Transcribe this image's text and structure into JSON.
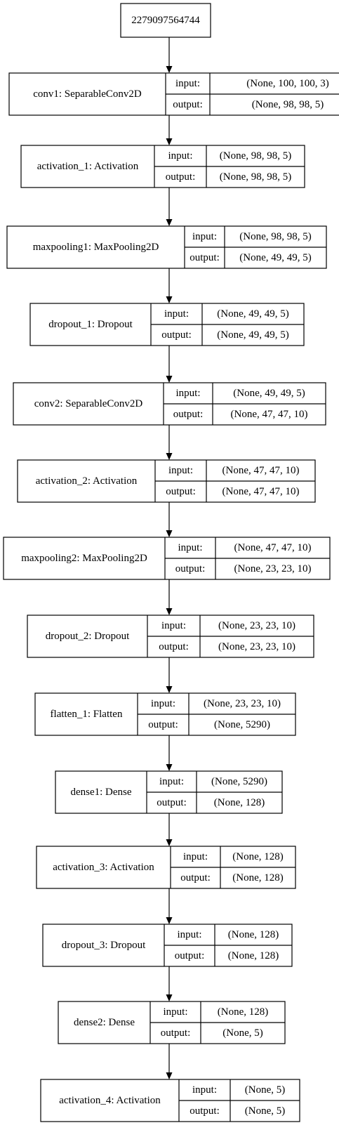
{
  "root": {
    "label": "2279097564744"
  },
  "io_labels": {
    "input": "input:",
    "output": "output:"
  },
  "layers": [
    {
      "name": "conv1: SeparableConv2D",
      "input": "(None, 100, 100, 3)",
      "output": "(None, 98, 98, 5)"
    },
    {
      "name": "activation_1: Activation",
      "input": "(None, 98, 98, 5)",
      "output": "(None, 98, 98, 5)"
    },
    {
      "name": "maxpooling1: MaxPooling2D",
      "input": "(None, 98, 98, 5)",
      "output": "(None, 49, 49, 5)"
    },
    {
      "name": "dropout_1: Dropout",
      "input": "(None, 49, 49, 5)",
      "output": "(None, 49, 49, 5)"
    },
    {
      "name": "conv2: SeparableConv2D",
      "input": "(None, 49, 49, 5)",
      "output": "(None, 47, 47, 10)"
    },
    {
      "name": "activation_2: Activation",
      "input": "(None, 47, 47, 10)",
      "output": "(None, 47, 47, 10)"
    },
    {
      "name": "maxpooling2: MaxPooling2D",
      "input": "(None, 47, 47, 10)",
      "output": "(None, 23, 23, 10)"
    },
    {
      "name": "dropout_2: Dropout",
      "input": "(None, 23, 23, 10)",
      "output": "(None, 23, 23, 10)"
    },
    {
      "name": "flatten_1: Flatten",
      "input": "(None, 23, 23, 10)",
      "output": "(None, 5290)"
    },
    {
      "name": "dense1: Dense",
      "input": "(None, 5290)",
      "output": "(None, 128)"
    },
    {
      "name": "activation_3: Activation",
      "input": "(None, 128)",
      "output": "(None, 128)"
    },
    {
      "name": "dropout_3: Dropout",
      "input": "(None, 128)",
      "output": "(None, 128)"
    },
    {
      "name": "dense2: Dense",
      "input": "(None, 128)",
      "output": "(None, 5)"
    },
    {
      "name": "activation_4: Activation",
      "input": "(None, 5)",
      "output": "(None, 5)"
    }
  ]
}
